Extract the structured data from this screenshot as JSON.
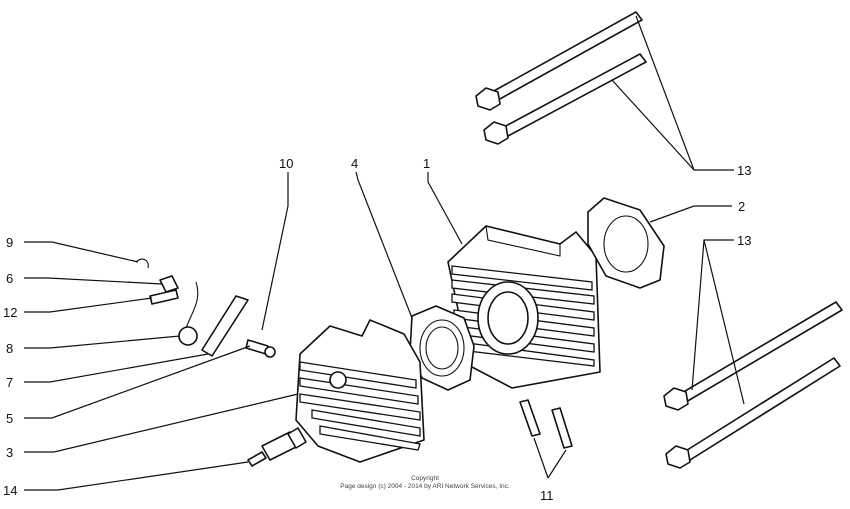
{
  "callouts": [
    {
      "id": "1",
      "label": "1"
    },
    {
      "id": "2",
      "label": "2"
    },
    {
      "id": "3",
      "label": "3"
    },
    {
      "id": "4",
      "label": "4"
    },
    {
      "id": "5",
      "label": "5"
    },
    {
      "id": "6",
      "label": "6"
    },
    {
      "id": "7",
      "label": "7"
    },
    {
      "id": "8",
      "label": "8"
    },
    {
      "id": "9",
      "label": "9"
    },
    {
      "id": "10",
      "label": "10"
    },
    {
      "id": "11",
      "label": "11"
    },
    {
      "id": "12",
      "label": "12"
    },
    {
      "id": "13a",
      "label": "13"
    },
    {
      "id": "13b",
      "label": "13"
    },
    {
      "id": "14",
      "label": "14"
    }
  ],
  "copyright": {
    "line1": "Copyright",
    "line2": "Page design (c) 2004 - 2014 by ARI Network Services, Inc."
  }
}
